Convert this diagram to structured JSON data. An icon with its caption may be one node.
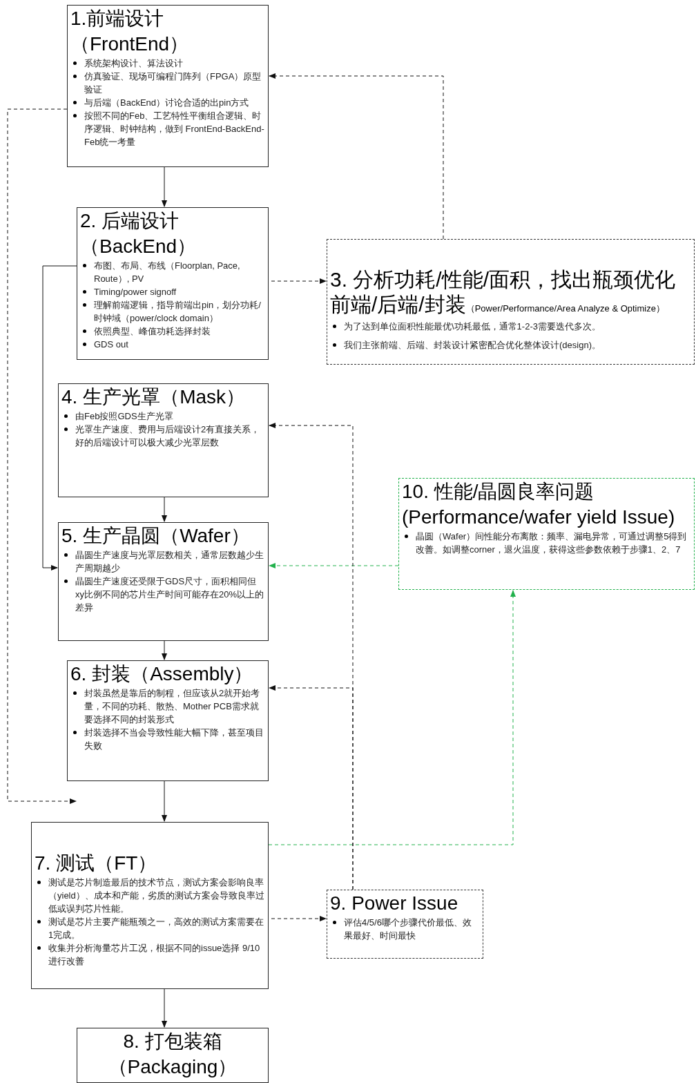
{
  "diagram": {
    "nodes": [
      {
        "text": [
          "1.前端设计（FrontEnd）",
          "系统架构设计、算法设计",
          "仿真验证、现场可编程门阵列（FPGA）原型验证",
          "与后端（BackEnd）讨论合适的出pin方式",
          "按照不同的Feb、工艺特性平衡组合逻辑、时序逻辑、时钟结构，做到 FrontEnd-BackEnd-Feb统一考量"
        ]
      },
      {
        "text": [
          "2. 后端设计（BackEnd）",
          "布图、布局、布线（Floorplan, Pace, Route）, PV",
          "Timing/power signoff",
          "理解前端逻辑，指导前端出pin，划分功耗/时钟域（power/clock domain）",
          "依照典型、峰值功耗选择封装",
          "GDS out"
        ]
      },
      {
        "text": [
          "3. 分析功耗/性能/面积，找出瓶颈优化前端/后端/封装",
          "（Power/Performance/Area Analyze & Optimize）",
          "为了达到单位面积性能最优\\功耗最低，通常1-2-3需要迭代多次。",
          "我们主张前端、后端、封装设计紧密配合优化整体设计(design)。"
        ]
      },
      {
        "text": [
          "4. 生产光罩（Mask）",
          "由Feb按照GDS生产光罩",
          "光罩生产速度、费用与后端设计2有直接关系，好的后端设计可以极大减少光罩层数"
        ]
      },
      {
        "text": [
          "5. 生产晶圆（Wafer）",
          "晶圆生产速度与光罩层数相关，通常层数越少生产周期越少",
          "晶圆生产速度还受限于GDS尺寸，面积相同但xy比例不同的芯片生产时间可能存在20%以上的差异"
        ]
      },
      {
        "text": [
          "10. 性能/晶圆良率问题",
          "(Performance/wafer yield Issue)",
          "晶圆（Wafer）间性能分布离散：频率、漏电异常，可通过调整5得到改善。如调整corner，退火温度，获得这些参数依赖于步骤1、2、7"
        ]
      },
      {
        "text": [
          "6. 封装（Assembly）",
          "封装虽然是靠后的制程，但应该从2就开始考量，不同的功耗、散热、Mother PCB需求就要选择不同的封装形式",
          "封装选择不当会导致性能大幅下降，甚至项目失败"
        ]
      },
      {
        "text": [
          "7. 测试（FT）",
          "测试是芯片制造最后的技术节点，测试方案会影响良率（yield）、成本和产能，劣质的测试方案会导致良率过低或误判芯片性能。",
          "测试是芯片主要产能瓶颈之一，高效的测试方案需要在1完成。",
          "收集并分析海量芯片工况，根据不同的issue选择 9/10进行改善"
        ]
      },
      {
        "text": [
          "9. Power Issue",
          "评估4/5/6哪个步骤代价最低、效果最好、时间最快"
        ]
      },
      {
        "text": [
          "8. 打包装箱（Packaging）"
        ]
      }
    ],
    "edges": [
      {
        "from": 0,
        "to": 1,
        "arrow": "to"
      },
      {
        "from": 1,
        "to": 2,
        "arrow": "to",
        "style": "dashed"
      },
      {
        "from": 2,
        "to": 0,
        "arrow": "to",
        "style": "dashed"
      },
      {
        "from": 1,
        "to": 4,
        "arrow": "to"
      },
      {
        "from": 0,
        "to": 7,
        "arrow": "to",
        "style": "dashed"
      },
      {
        "from": 3,
        "to": 4,
        "arrow": "to"
      },
      {
        "from": 4,
        "to": 6,
        "arrow": "to"
      },
      {
        "from": 5,
        "to": 4,
        "arrow": "to",
        "style": "dashed",
        "color": "#22b14c"
      },
      {
        "from": 6,
        "to": 7,
        "arrow": "to"
      },
      {
        "from": 7,
        "to": 5,
        "arrow": "to",
        "style": "dashed",
        "color": "#22b14c"
      },
      {
        "from": 7,
        "to": 8,
        "arrow": "to",
        "style": "dashed"
      },
      {
        "from": 8,
        "to": 3,
        "arrow": "to",
        "style": "dashed"
      },
      {
        "from": 8,
        "to": 6,
        "arrow": "to",
        "style": "dashed"
      },
      {
        "from": 7,
        "to": 9,
        "arrow": "to"
      }
    ]
  }
}
